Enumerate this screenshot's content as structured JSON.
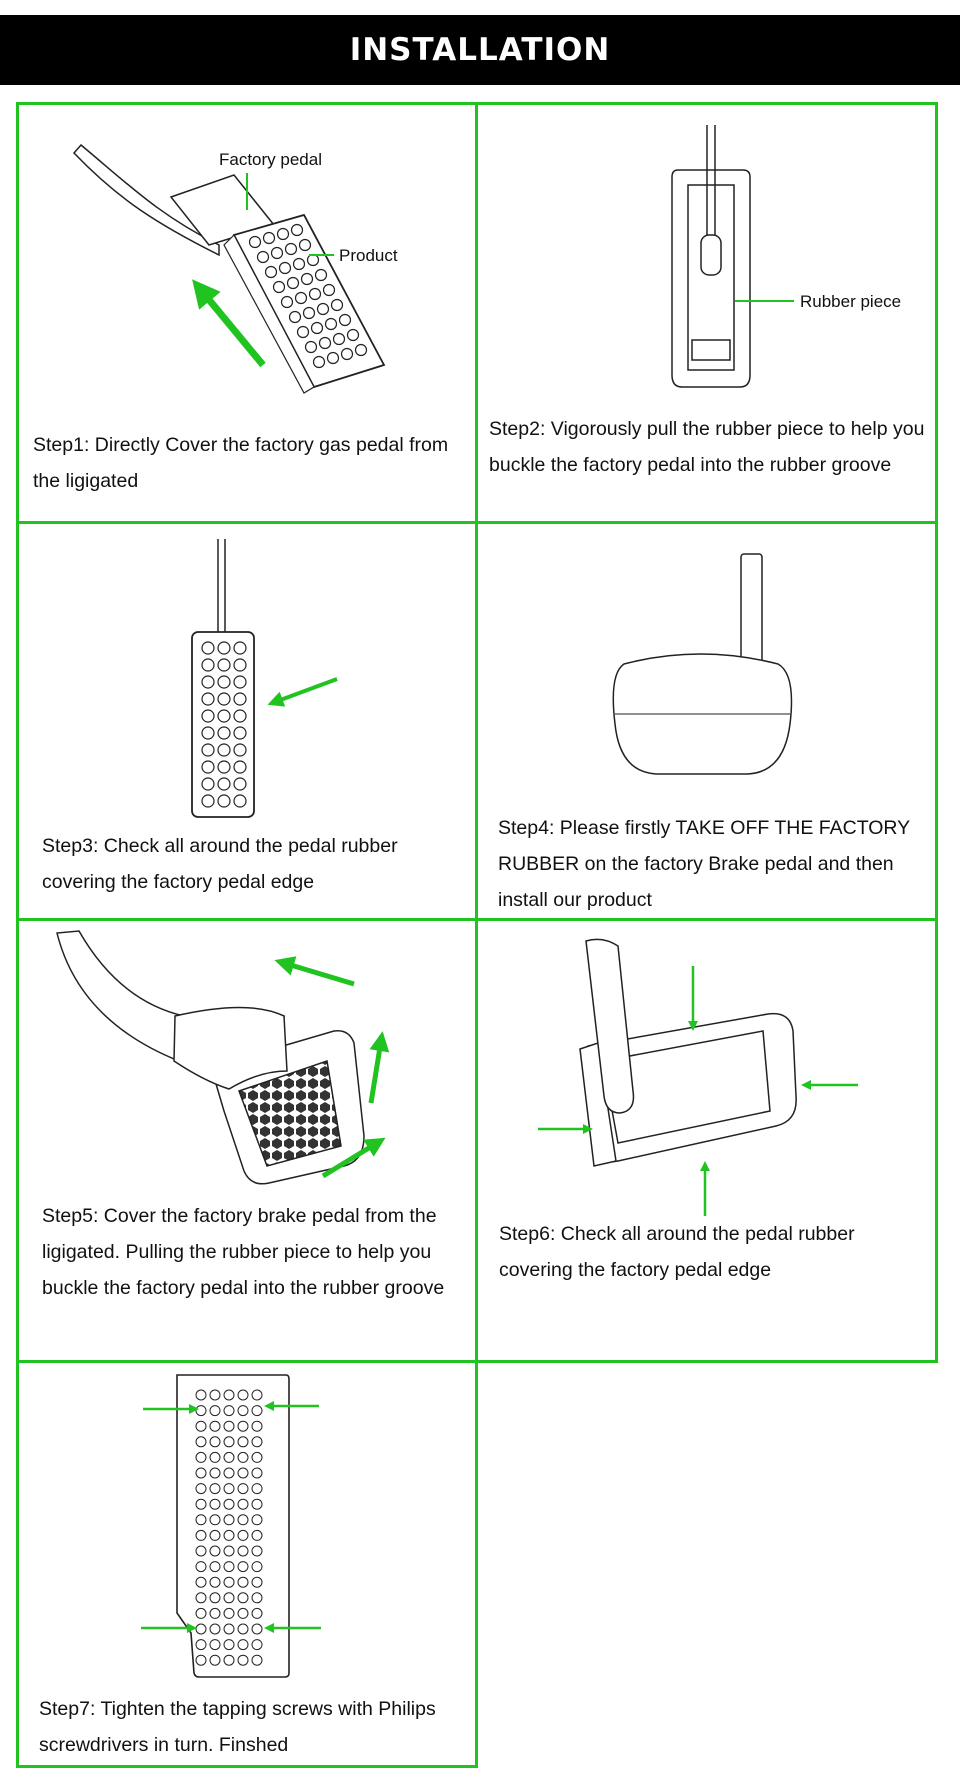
{
  "header": {
    "title": "INSTALLATION"
  },
  "colors": {
    "accent_green": "#21c321",
    "header_bg": "#000000",
    "line": "#222222"
  },
  "steps": [
    {
      "text": "Step1: Directly Cover the factory gas pedal from the ligigated",
      "labels": {
        "factory_pedal": "Factory pedal",
        "product": "Product"
      }
    },
    {
      "text": "Step2: Vigorously pull the rubber piece to help you buckle the factory pedal into the rubber groove",
      "labels": {
        "rubber_piece": "Rubber piece"
      }
    },
    {
      "text": "Step3: Check all around the pedal rubber covering the factory pedal edge"
    },
    {
      "text": "Step4: Please firstly TAKE OFF THE FACTORY RUBBER on the factory Brake pedal and then install our product"
    },
    {
      "text": "Step5: Cover the factory brake pedal from the ligigated. Pulling the rubber piece to help you buckle the factory pedal into the rubber  groove"
    },
    {
      "text": "Step6: Check all around the pedal rubber covering the factory pedal edge"
    },
    {
      "text": "Step7: Tighten the tapping screws with Philips screwdrivers in turn. Finshed"
    }
  ]
}
